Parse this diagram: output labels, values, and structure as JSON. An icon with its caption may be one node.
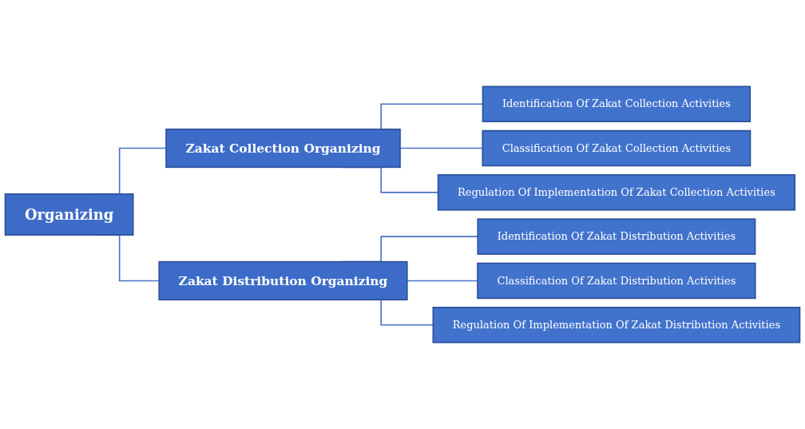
{
  "diagram": {
    "nodes": [
      {
        "text": [
          "Organizing"
        ]
      },
      {
        "text": [
          "Zakat Collection Organizing"
        ]
      },
      {
        "text": [
          "Zakat Distribution Organizing"
        ]
      },
      {
        "text": [
          "Identification Of Zakat Collection Activities"
        ]
      },
      {
        "text": [
          "Classification Of Zakat Collection Activities"
        ]
      },
      {
        "text": [
          "Regulation Of Implementation Of Zakat Collection Activities"
        ]
      },
      {
        "text": [
          "Identification Of Zakat Distribution Activities"
        ]
      },
      {
        "text": [
          "Classification Of Zakat Distribution Activities"
        ]
      },
      {
        "text": [
          "Regulation Of Implementation Of Zakat Distribution Activities"
        ]
      }
    ],
    "edges": [
      {
        "from": 0,
        "to": 1,
        "arrow": "none"
      },
      {
        "from": 0,
        "to": 2,
        "arrow": "none"
      },
      {
        "from": 1,
        "to": 3,
        "arrow": "none"
      },
      {
        "from": 1,
        "to": 4,
        "arrow": "none"
      },
      {
        "from": 1,
        "to": 5,
        "arrow": "none"
      },
      {
        "from": 2,
        "to": 6,
        "arrow": "none"
      },
      {
        "from": 2,
        "to": 7,
        "arrow": "none"
      },
      {
        "from": 2,
        "to": 8,
        "arrow": "none"
      }
    ]
  }
}
